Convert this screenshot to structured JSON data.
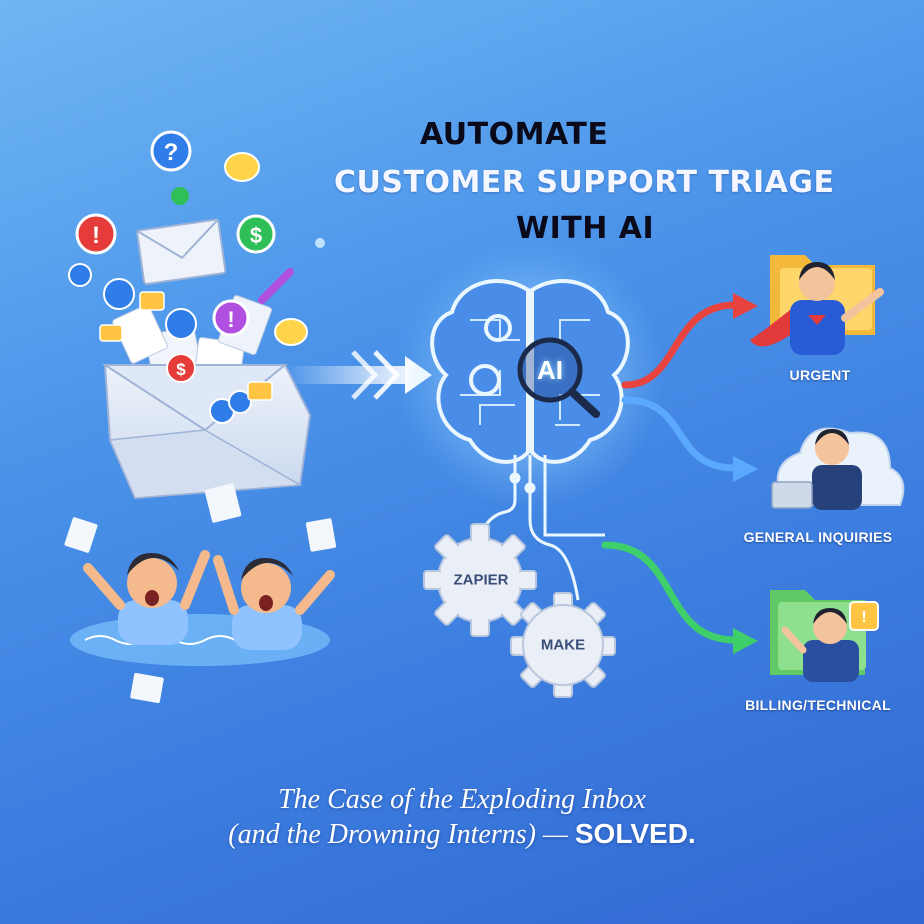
{
  "title": {
    "line1": "AUTOMATE",
    "line2": "CUSTOMER SUPPORT TRIAGE",
    "line3": "WITH AI"
  },
  "center": {
    "brain_label": "AI",
    "gears": [
      {
        "label": "ZAPIER"
      },
      {
        "label": "MAKE"
      }
    ]
  },
  "categories": [
    {
      "label": "URGENT",
      "color": "#e8433f",
      "icon": "superhero-agent-folder"
    },
    {
      "label": "GENERAL INQUIRIES",
      "color": "#5aa9ff",
      "icon": "agent-laptop-cloud"
    },
    {
      "label": "BILLING/TECHNICAL",
      "color": "#3fcf6a",
      "icon": "agent-green-folder"
    }
  ],
  "caption": {
    "line1": "The Case of the Exploding Inbox",
    "line2_prefix": "(and the Drowning Interns) — ",
    "line2_emphasis": "SOLVED."
  },
  "colors": {
    "background_top": "#6fb6f3",
    "background_bottom": "#3168d2",
    "brain_glow": "#cfefff"
  }
}
